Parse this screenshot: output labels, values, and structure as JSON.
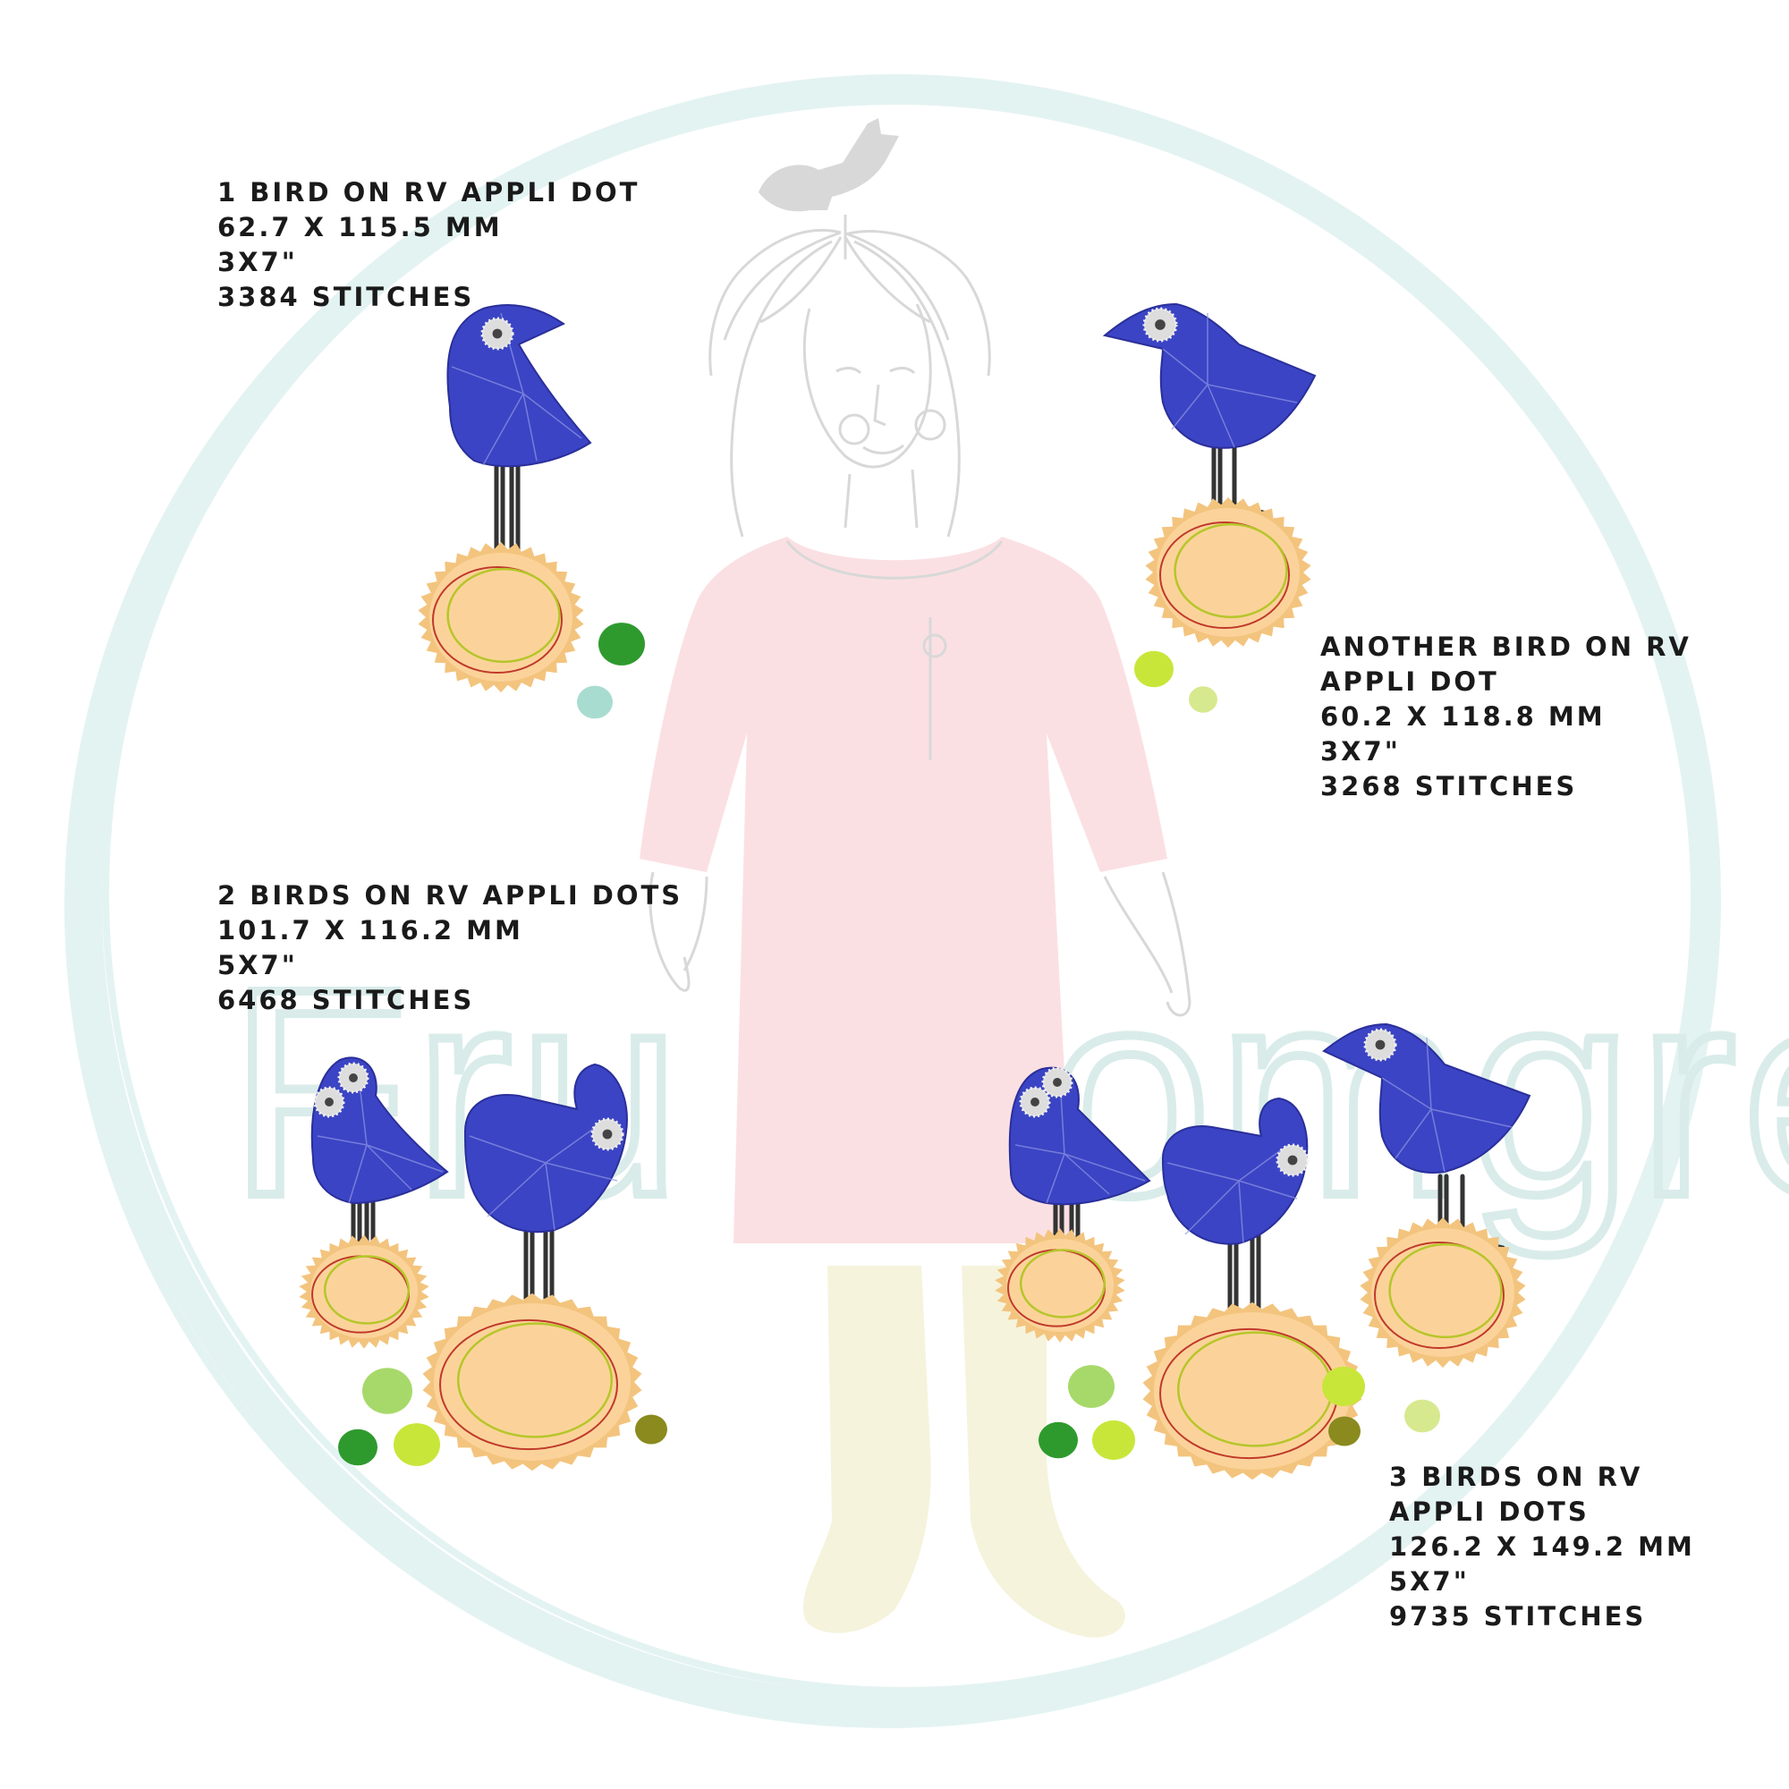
{
  "background": {
    "ring_color": "#e3f3f2",
    "watermark_text": "Fru Blomgren",
    "watermark_color": "#d9ecea",
    "girl_dress_color": "#fbe0e3",
    "girl_socks_color": "#f5f3dc",
    "girl_line_color": "#d8d8d8"
  },
  "colors": {
    "bird_blue": "#3b44c4",
    "bird_blue_dark": "#2a2f9a",
    "leg": "#333333",
    "dot_fill": "#fbd39a",
    "dot_edge": "#f3c47e",
    "dot_ring_red": "#c0392b",
    "dot_ring_green": "#b6c62a",
    "pebble_dark_green": "#2e9a2e",
    "pebble_light_green": "#a7d96a",
    "pebble_lime": "#c8e63a",
    "pebble_mint": "#a9dcd0",
    "pebble_olive": "#8a8a1e"
  },
  "designs": [
    {
      "title": "1 bird on RV appli dot",
      "size": "62.7 x 115.5 mm",
      "hoop": "3x7\"",
      "stitches": "3384 stitches"
    },
    {
      "title_line1": "Another bird on RV",
      "title_line2": "appli dot",
      "size": "60.2 x 118.8 mm",
      "hoop": "3x7\"",
      "stitches": "3268 stitches"
    },
    {
      "title": "2 birds on RV appli dots",
      "size": "101.7 x 116.2 mm",
      "hoop": "5x7\"",
      "stitches": "6468 stitches"
    },
    {
      "title_line1": "3 birds on RV",
      "title_line2": "appli dots",
      "size": "126.2 x 149.2 mm",
      "hoop": "5x7\"",
      "stitches": "9735 stitches"
    }
  ]
}
